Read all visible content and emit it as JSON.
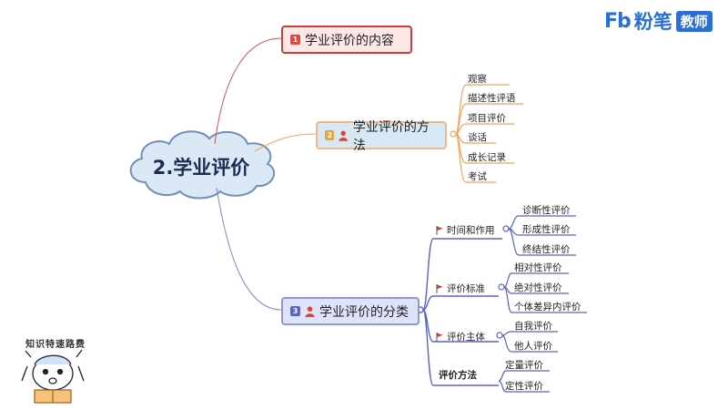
{
  "logo": {
    "mark": "Fb",
    "brand": "粉笔",
    "tag": "教师"
  },
  "root": {
    "label": "2.学业评价"
  },
  "topics": [
    {
      "number": "1",
      "label": "学业评价的内容"
    },
    {
      "number": "2",
      "label": "学业评价的方法",
      "items": [
        "观察",
        "描述性评语",
        "项目评价",
        "谈话",
        "成长记录",
        "考试"
      ]
    },
    {
      "number": "3",
      "label": "学业评价的分类",
      "groups": [
        {
          "label": "时间和作用",
          "items": [
            "诊断性评价",
            "形成性评价",
            "终结性评价"
          ]
        },
        {
          "label": "评价标准",
          "items": [
            "相对性评价",
            "绝对性评价",
            "个体差异内评价"
          ]
        },
        {
          "label": "评价主体",
          "items": [
            "自我评价",
            "他人评价"
          ]
        },
        {
          "label": "评价方法",
          "items": [
            "定量评价",
            "定性评价"
          ]
        }
      ]
    }
  ],
  "mascot": {
    "caption": "知识特速路费"
  },
  "colors": {
    "topic1_border": "#c9403b",
    "topic2_line": "#f0a25e",
    "topic3_line": "#5a63c8",
    "flag": "#d9423a",
    "logo": "#2b6fd6"
  }
}
